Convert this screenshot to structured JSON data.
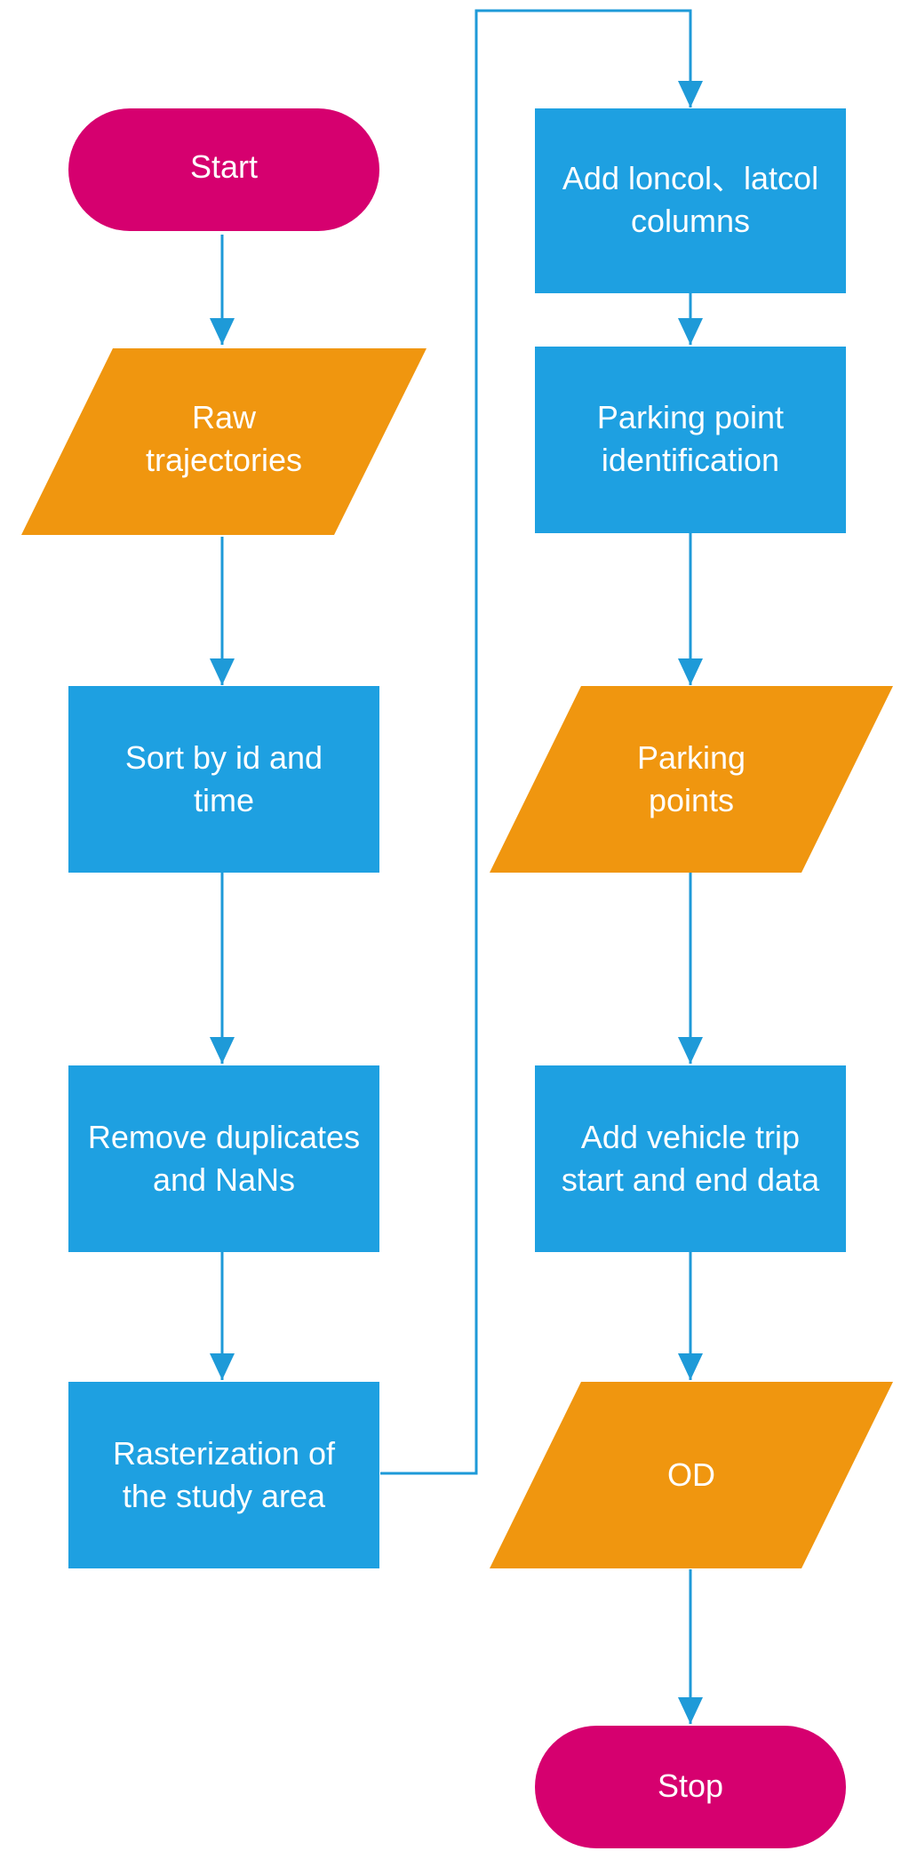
{
  "colors": {
    "terminal": "#d6006f",
    "data": "#f0960f",
    "process": "#1ea0e1",
    "connector": "#1e9ad8",
    "text": "#ffffff"
  },
  "nodes": {
    "start": {
      "label": "Start"
    },
    "raw_trajectories": {
      "lines": [
        "Raw",
        "trajectories"
      ]
    },
    "sort": {
      "lines": [
        "Sort by id and",
        "time"
      ]
    },
    "remove_duplicates": {
      "lines": [
        "Remove duplicates",
        "and NaNs"
      ]
    },
    "rasterization": {
      "lines": [
        "Rasterization of",
        "the study area"
      ]
    },
    "add_columns": {
      "lines": [
        "Add loncol、latcol",
        "columns"
      ]
    },
    "parking_identification": {
      "lines": [
        "Parking point",
        "identification"
      ]
    },
    "parking_points": {
      "lines": [
        "Parking",
        "points"
      ]
    },
    "add_trip": {
      "lines": [
        "Add vehicle trip",
        "start and end data"
      ]
    },
    "od": {
      "label": "OD"
    },
    "stop": {
      "label": "Stop"
    }
  }
}
